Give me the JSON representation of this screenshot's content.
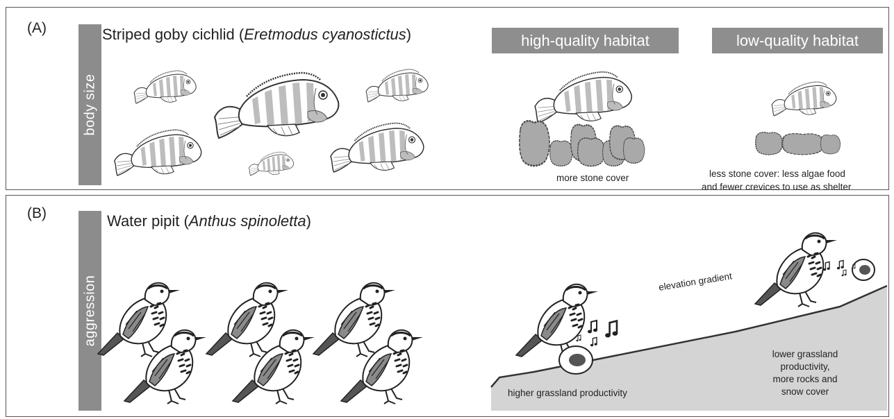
{
  "panel_a": {
    "letter": "(A)",
    "trait": "body size",
    "title_common": "Striped goby cichlid (",
    "title_latin": "Eretmodus cyanostictus",
    "title_close": ")",
    "high_label": "high-quality habitat",
    "low_label": "low-quality habitat",
    "high_caption": "more stone cover",
    "low_caption_1": "less stone cover: less algae food",
    "low_caption_2": "and fewer crevices to use as shelter"
  },
  "panel_b": {
    "letter": "(B)",
    "trait": "aggression",
    "title_common": "Water pipit (",
    "title_latin": "Anthus spinoletta",
    "title_close": ")",
    "gradient_label": "elevation gradient",
    "high_productivity": "higher grassland productivity",
    "low_productivity_1": "lower grassland",
    "low_productivity_2": "productivity,",
    "low_productivity_3": "more rocks and",
    "low_productivity_4": "snow cover"
  },
  "colors": {
    "sidebar": "#8c8c8c",
    "stone": "#a9a9a9",
    "stripe": "#bdbdbd",
    "ground": "#d4d4d4"
  }
}
